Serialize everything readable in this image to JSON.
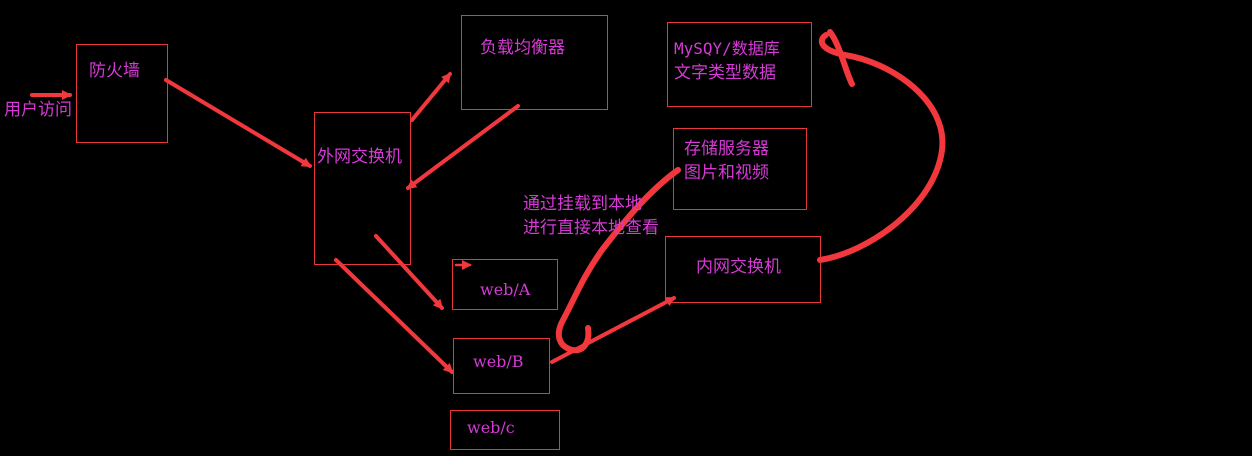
{
  "nodes": {
    "firewall": "防火墙",
    "load_balancer": "负载均衡器",
    "mysql": [
      "MySQY/数据库",
      "文字类型数据"
    ],
    "outer_switch": "外网交换机",
    "storage": [
      "存储服务器",
      "图片和视频"
    ],
    "inner_switch": "内网交换机",
    "web_a": "web/A",
    "web_b": "web/B",
    "web_c": "web/c"
  },
  "annotations": {
    "user_access": "用户访问",
    "mount_note": [
      "通过挂载到本地",
      "进行直接本地查看"
    ]
  },
  "colors": {
    "background": "#000000",
    "stroke": "#e8373a",
    "text": "#d63ad6"
  }
}
